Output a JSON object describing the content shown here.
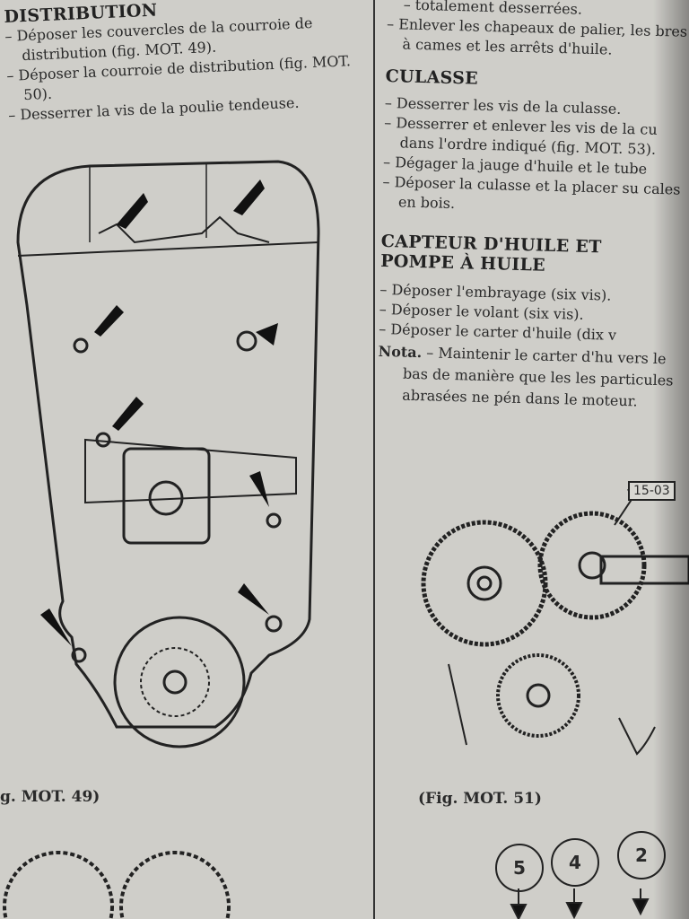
{
  "left_column": {
    "heading": "DISTRIBUTION",
    "items": [
      "Déposer les couvercles de la courroie de distribution (fig. MOT. 49).",
      "Déposer la courroie de distribution (fig. MOT. 50).",
      "Desserrer la vis de la poulie tendeuse."
    ],
    "figure_caption": "g. MOT. 49)"
  },
  "right_column": {
    "top_items": [
      "totalement desserrées.",
      "Enlever les chapeaux de palier, les bres à cames et les arrêts d'huile."
    ],
    "culasse": {
      "heading": "CULASSE",
      "items": [
        "Desserrer les vis de la culasse.",
        "Desserrer et enlever les vis de la cu dans l'ordre indiqué (fig. MOT. 53).",
        "Dégager la jauge d'huile et le tube",
        "Déposer la culasse et la placer su cales en bois."
      ]
    },
    "capteur": {
      "heading_line1": "CAPTEUR D'HUILE ET",
      "heading_line2": "POMPE À HUILE",
      "items": [
        "Déposer l'embrayage (six vis).",
        "Déposer le volant (six vis).",
        "Déposer le carter d'huile (dix v"
      ],
      "nota_label": "Nota.",
      "nota_text": "– Maintenir le carter d'hu vers le bas de manière que les les particules abrasées ne pén dans le moteur."
    },
    "figure_callout": "15-03",
    "figure_caption": "(Fig. MOT. 51)",
    "bottom_numbers": [
      "5",
      "4",
      "2"
    ]
  }
}
